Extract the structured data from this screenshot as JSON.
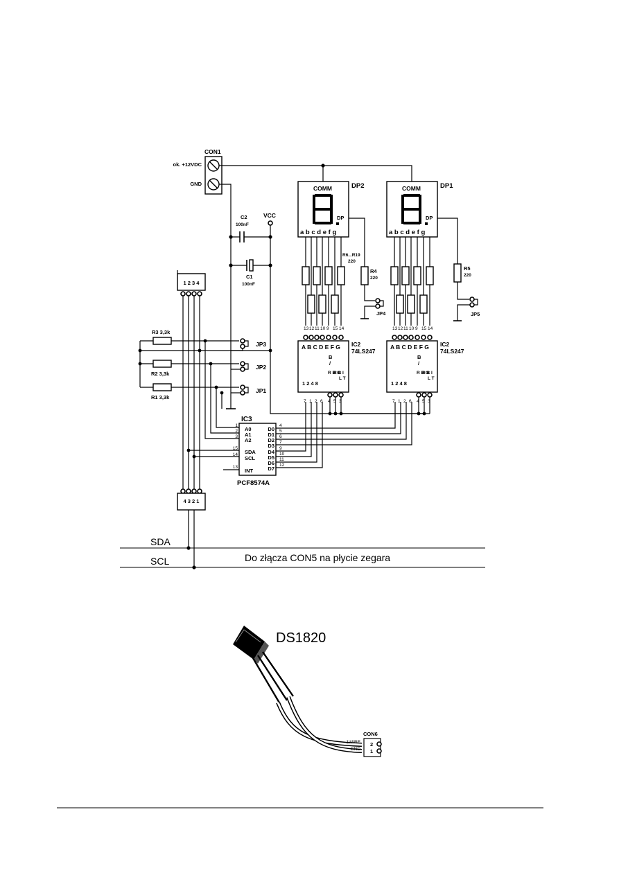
{
  "connectors": {
    "con1": "CON1",
    "con1_supply": "ok. +12VDC",
    "con1_gnd": "GND",
    "con6": "CON6",
    "con6_1wire": "1WIRE",
    "con6_gnd": "GND",
    "con6_pin2": "2",
    "con6_pin1": "1",
    "header_top_pins": "1 2 3 4",
    "header_bottom_pins": "4 3 2 1"
  },
  "caps": {
    "c2": "C2",
    "c2_val": "100nF",
    "c1": "C1",
    "c1_val": "100nF",
    "vcc": "VCC"
  },
  "resistors": {
    "r1": "R1  3,3k",
    "r2": "R2  3,3k",
    "r3": "R3  3,3k",
    "r4": "R4",
    "r4_val": "220",
    "r5": "R5",
    "r5_val": "220",
    "r6_r19": "R6...R19",
    "r6_r19_val": "220"
  },
  "jumpers": {
    "jp1": "JP1",
    "jp2": "JP2",
    "jp3": "JP3",
    "jp4": "JP4",
    "jp5": "JP5"
  },
  "displays": {
    "dp2": "DP2",
    "dp1": "DP1",
    "comm": "COMM",
    "dp": "DP",
    "segments": "a b c d e f g"
  },
  "drivers": {
    "ic2_name": "IC2",
    "ic2_part": "74LS247",
    "outputs": "A B C D E F G",
    "inputs": "1 2 4 8",
    "ctrl_b": "B",
    "ctrl_slash": "/",
    "ctrl_rbo": "R B O",
    "ctrl_rbi": "R B I",
    "ctrl_lt": "L T",
    "top_pins": [
      "13",
      "12",
      "11",
      "10",
      "9",
      "15",
      "14"
    ],
    "bottom_pins": [
      "7",
      "1",
      "2",
      "6",
      "4",
      "5",
      "3"
    ]
  },
  "ic3": {
    "name": "IC3",
    "part": "PCF8574A",
    "left_labels": [
      "A0",
      "A1",
      "A2",
      "SDA",
      "SCL",
      "INT"
    ],
    "left_pins": [
      "1",
      "2",
      "3",
      "15",
      "14",
      "13"
    ],
    "right_labels": [
      "D0",
      "D1",
      "D2",
      "D3",
      "D4",
      "D5",
      "D6",
      "D7"
    ],
    "right_pins": [
      "4",
      "5",
      "6",
      "7",
      "9",
      "10",
      "11",
      "12"
    ]
  },
  "bus": {
    "sda": "SDA",
    "scl": "SCL",
    "note": "Do złącza CON5 na płycie zegara"
  },
  "sensor": {
    "name": "DS1820"
  }
}
